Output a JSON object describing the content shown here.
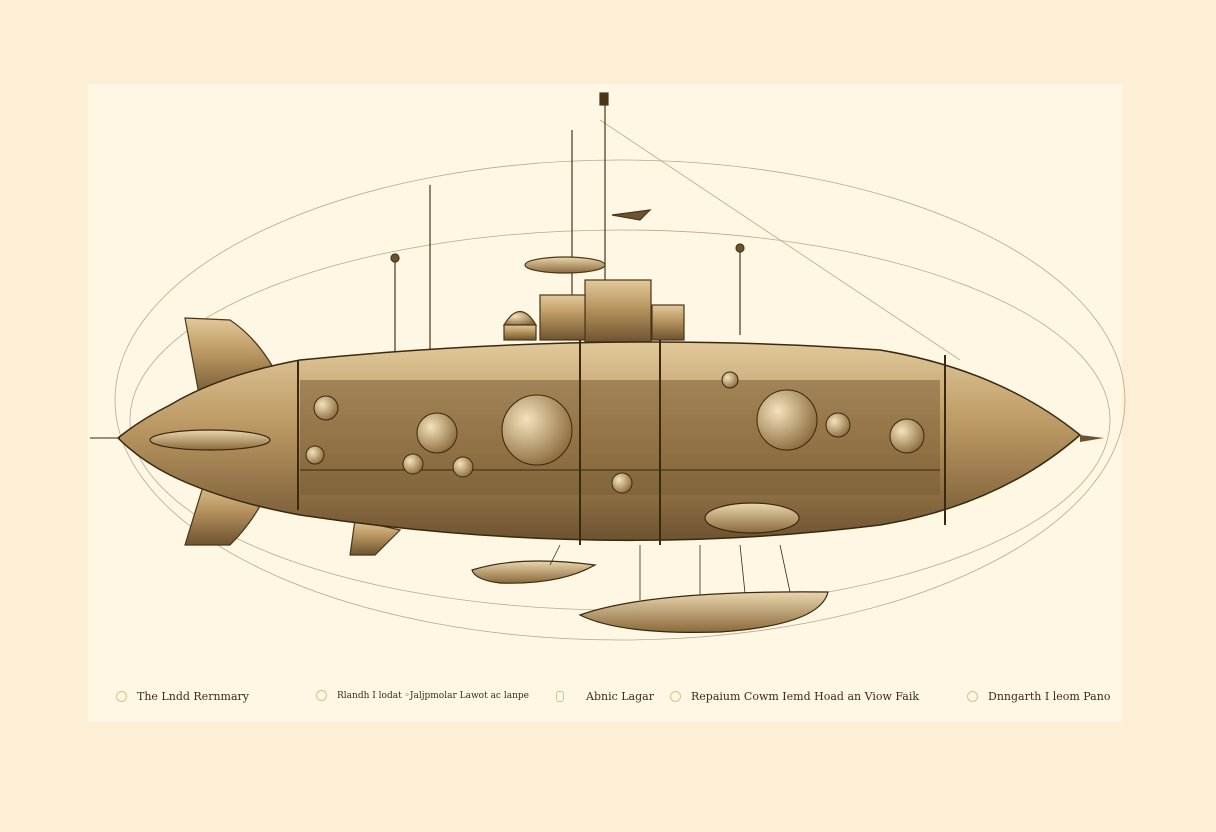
{
  "illustration": {
    "subject": "airship-cutaway",
    "colors": {
      "paper": "#fef7e4",
      "border": "#fcefd6",
      "ink": "#4a3518",
      "bronze": "#b08d57",
      "bronze_light": "#d9bf8c"
    }
  },
  "legend": [
    {
      "label": "The Lndd Rernmary"
    },
    {
      "label": "Rlandh I lodat ◦Jaljpmolar Lawot ac lanpe"
    },
    {
      "label": "Abnic Lagar"
    },
    {
      "label": "Repaium Cowm Iemd Hoad an Viow Faik"
    },
    {
      "label": "Dnngarth I leom Pano"
    }
  ]
}
